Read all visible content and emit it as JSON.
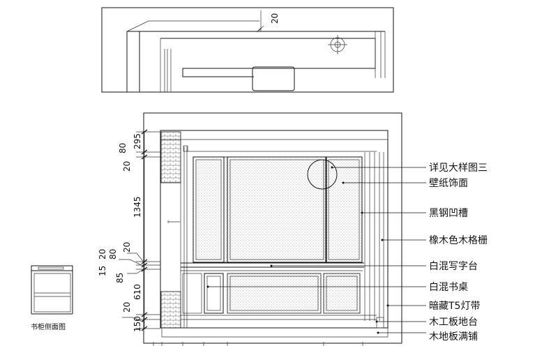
{
  "labels": {
    "detail": "详见大样图三",
    "wallpaper": "壁纸饰面",
    "groove": "黑钢凹槽",
    "grille": "橡木色木格栅",
    "desk_top": "白混写字台",
    "desk": "白混书桌",
    "led": "暗藏T5灯带",
    "platform": "木工板地台",
    "floor": "木地板满铺"
  },
  "caption": "书柜侧面图",
  "top_dim": "20",
  "dims": {
    "d295": "295",
    "d80": "80",
    "d20a": "20",
    "d1345": "1345",
    "d20b": "20",
    "d80b": "80",
    "d20c": "20",
    "d15": "15",
    "d85": "85",
    "d610": "610",
    "d20d": "20",
    "d150": "150"
  }
}
